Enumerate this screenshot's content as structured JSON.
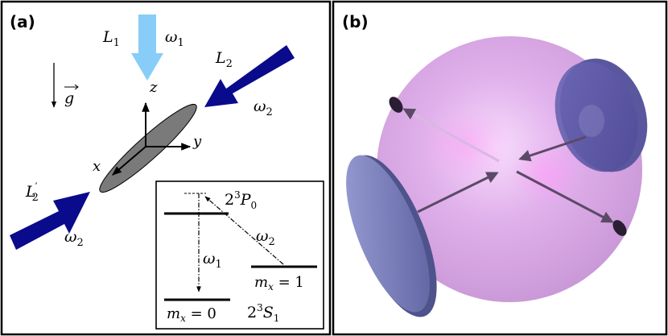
{
  "panels": {
    "a": {
      "label": "(a)",
      "beams": {
        "L1": {
          "symbol": "L",
          "sub": "1",
          "freq_symbol": "ω",
          "freq_sub": "1",
          "color": "#87cdf7"
        },
        "L2": {
          "symbol": "L",
          "sub": "2",
          "freq_symbol": "ω",
          "freq_sub": "2",
          "color": "#0a0a8c"
        },
        "L2p": {
          "symbol": "L",
          "sub": "2",
          "prime": "′",
          "freq_symbol": "ω",
          "freq_sub": "2",
          "color": "#0a0a8c"
        }
      },
      "gravity": {
        "symbol": "g"
      },
      "axes": {
        "x": "x",
        "y": "y",
        "z": "z"
      },
      "level_diagram": {
        "upper_state": {
          "prefix": "2",
          "sup": "3",
          "term": "P",
          "sub": "0"
        },
        "lower_state": {
          "prefix": "2",
          "sup": "3",
          "term": "S",
          "sub": "1"
        },
        "transition_1": {
          "symbol": "ω",
          "sub": "1"
        },
        "transition_2": {
          "symbol": "ω",
          "sub": "2"
        },
        "sublevel_0": {
          "symbol": "m",
          "sub": "x",
          "rest": " = 0"
        },
        "sublevel_1": {
          "symbol": "m",
          "sub": "x",
          "rest": " = 1"
        }
      }
    },
    "b": {
      "label": "(b)",
      "colors": {
        "sphere": "#d79be6",
        "disc": "#7a80bf",
        "arrow": "#5a4a66"
      }
    }
  }
}
